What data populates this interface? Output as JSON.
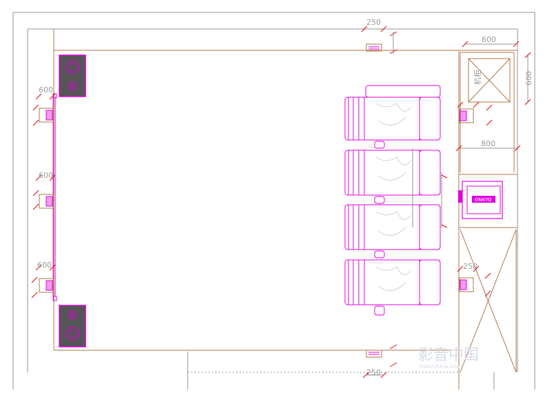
{
  "drawing": {
    "dimensions": {
      "d_250_top": "250",
      "d_250_bottom": "250",
      "d_600_top": "600",
      "d_600_side": "600",
      "d_800": "800",
      "d_600_left_1": "600",
      "d_600_left_2": "600",
      "d_600_left_3": "600",
      "d_250_right": "250"
    },
    "equipment": {
      "cabinet_text": "机柜",
      "amp_brand": "ONKYO"
    },
    "watermark": {
      "main": "影音中国",
      "sub": "hdavchina.com"
    }
  },
  "colors": {
    "wall": "#b0744a",
    "furniture": "#e000e0",
    "dimension": "#e00000",
    "dimension_text": "#9a9a9a",
    "line": "#909090"
  }
}
